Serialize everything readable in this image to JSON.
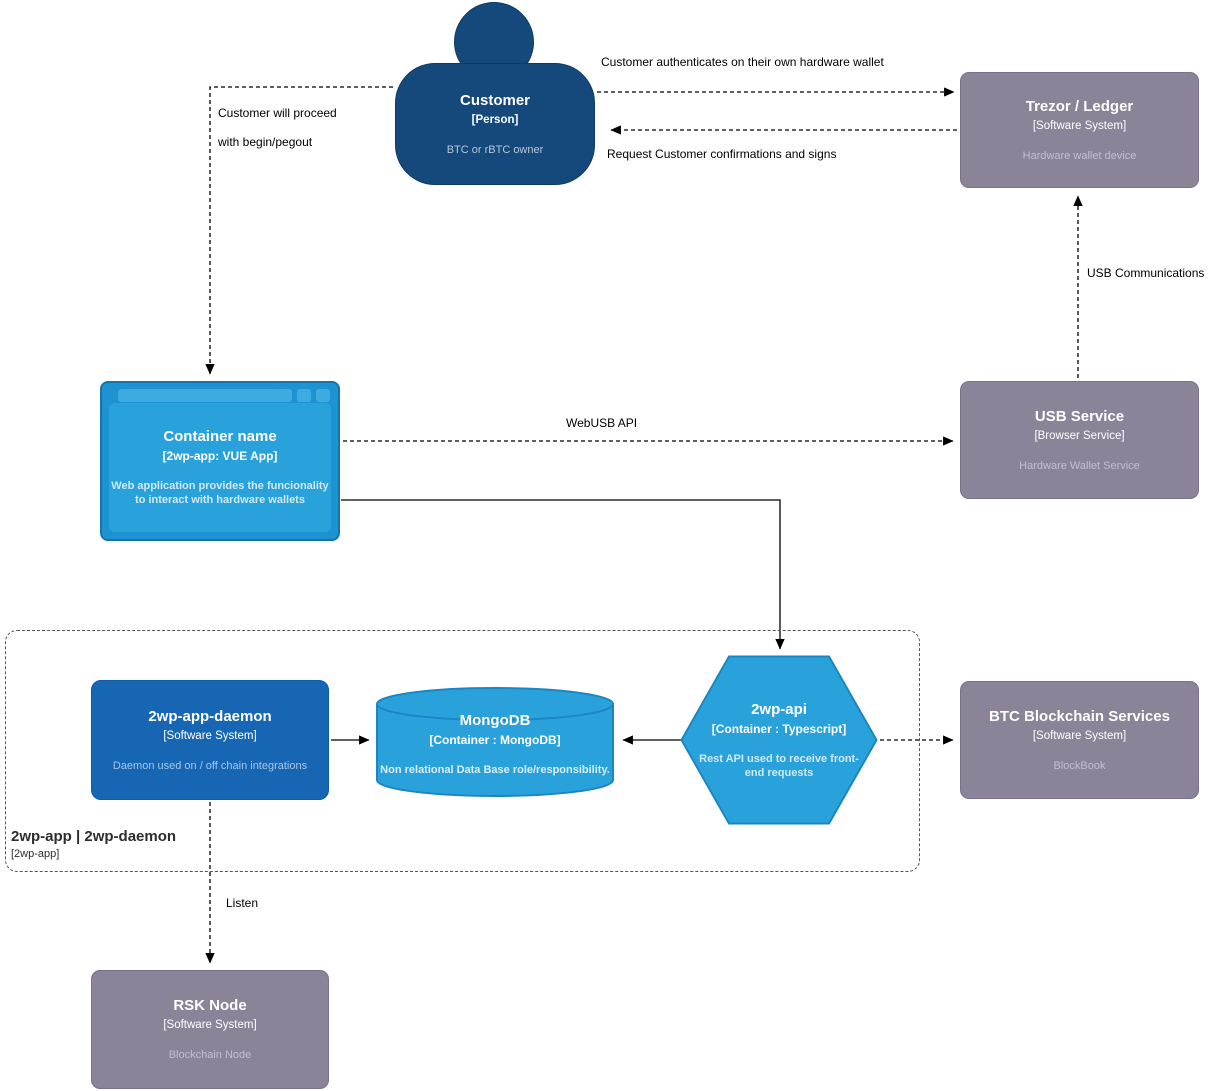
{
  "colors": {
    "person": "#15487B",
    "person_border": "#0d3a66",
    "external": "#8B8498",
    "external_border": "#79708e",
    "container_light": "#29A2DB",
    "container_border": "#1b86c2",
    "container_frame": "#1E93D2",
    "frame_border": "#1573AE",
    "daemon_blue": "#1666B3",
    "line": "#000000"
  },
  "nodes": {
    "customer": {
      "title": "Customer",
      "type": "[Person]",
      "description": "BTC or rBTC owner"
    },
    "trezor": {
      "title": "Trezor / Ledger",
      "type": "[Software System]",
      "description": "Hardware wallet device"
    },
    "webapp": {
      "title": "Container name",
      "type": "[2wp-app: VUE App]",
      "description": "Web application provides the funcionality to interact with hardware wallets"
    },
    "usb_service": {
      "title": "USB Service",
      "type": "[Browser Service]",
      "description": "Hardware Wallet Service"
    },
    "daemon": {
      "title": "2wp-app-daemon",
      "type": "[Software System]",
      "description": "Daemon used on / off chain integrations"
    },
    "mongodb": {
      "title": "MongoDB",
      "type": "[Container : MongoDB]",
      "description": "Non relational Data Base role/responsibility."
    },
    "api": {
      "title": "2wp-api",
      "type": "[Container : Typescript]",
      "description": "Rest API used to receive front-end requests"
    },
    "btc": {
      "title": "BTC Blockchain Services",
      "type": "[Software System]",
      "description": "BlockBook"
    },
    "rsk": {
      "title": "RSK Node",
      "type": "[Software System]",
      "description": "Blockchain Node"
    }
  },
  "boundary": {
    "title": "2wp-app | 2wp-daemon",
    "subtitle": "[2wp-app]"
  },
  "edges": {
    "auth": "Customer authenticates on their own hardware wallet",
    "confirm": "Request Customer confirmations and signs",
    "proceed_line1": "Customer will proceed",
    "proceed_line2": "with begin/pegout",
    "usb_comm": "USB Communications",
    "webusb": "WebUSB API",
    "listen": "Listen"
  }
}
